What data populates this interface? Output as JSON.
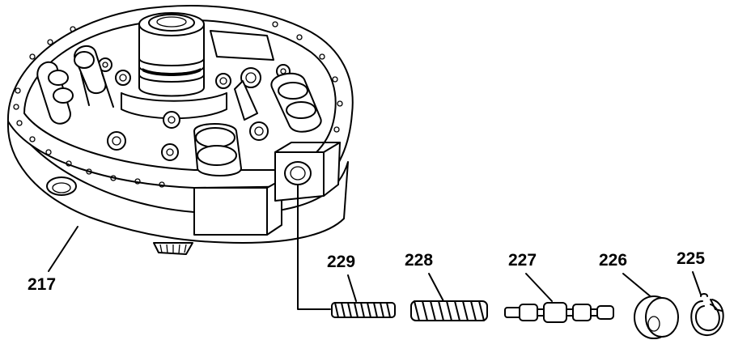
{
  "diagram": {
    "callouts": [
      {
        "id": "c217",
        "text": "217"
      },
      {
        "id": "c229",
        "text": "229"
      },
      {
        "id": "c228",
        "text": "228"
      },
      {
        "id": "c227",
        "text": "227"
      },
      {
        "id": "c226",
        "text": "226"
      },
      {
        "id": "c225",
        "text": "225"
      }
    ]
  }
}
